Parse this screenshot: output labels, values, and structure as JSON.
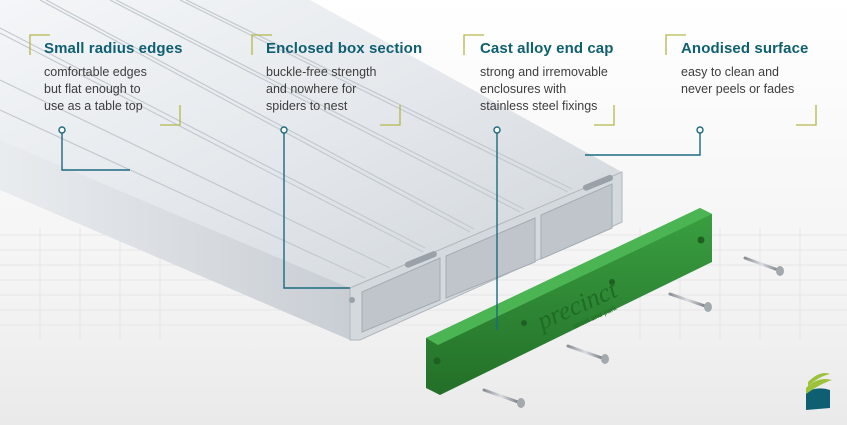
{
  "features": [
    {
      "title": "Small radius edges",
      "body": "comfortable edges\nbut flat enough to\nuse as a table top"
    },
    {
      "title": "Enclosed box section",
      "body": "buckle-free strength\nand nowhere for\nspiders to nest"
    },
    {
      "title": "Cast alloy end cap",
      "body": "strong and irremovable\nenclosures with\nstainless steel fixings"
    },
    {
      "title": "Anodised surface",
      "body": "easy to clean and\nnever peels or fades"
    }
  ],
  "endcap": {
    "brand": "precinct",
    "tagline": "street and park"
  },
  "colors": {
    "heading": "#0f5f73",
    "leader": "#1b6a80",
    "bracket": "#b5b84a",
    "endcap": "#2e8b34",
    "logo_green": "#9cc23b",
    "logo_blue": "#0f5f73"
  }
}
